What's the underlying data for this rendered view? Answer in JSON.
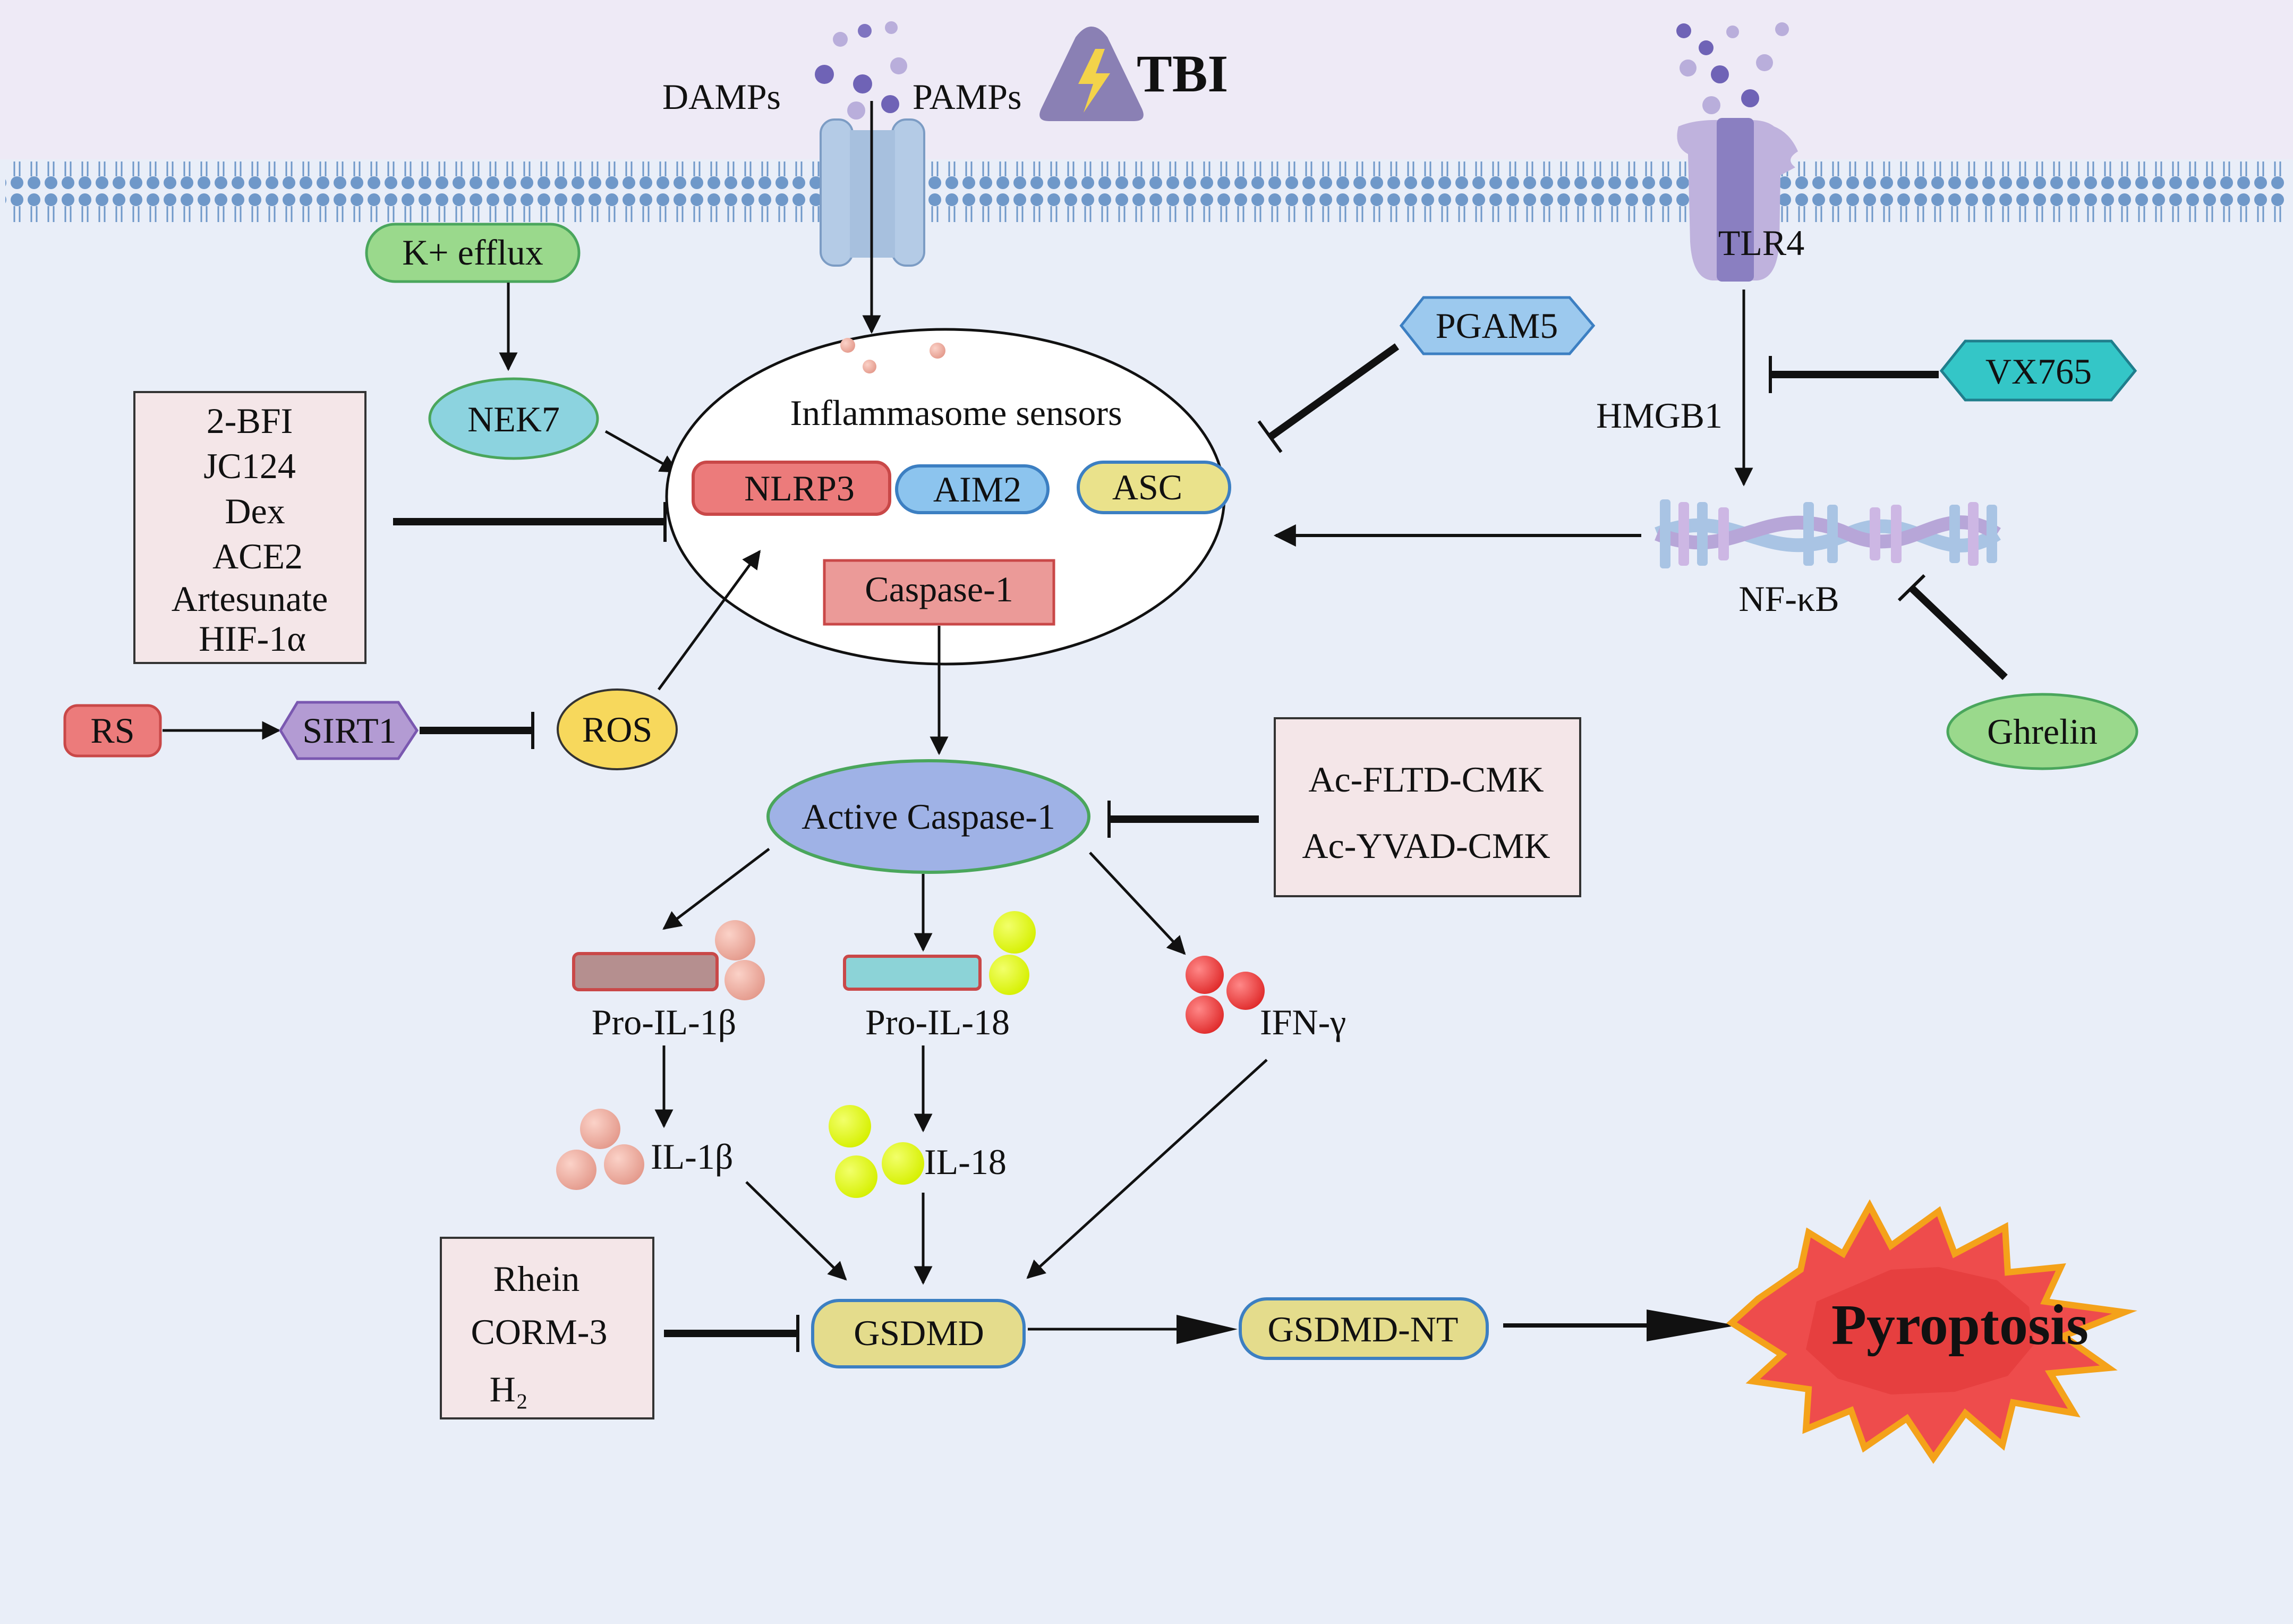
{
  "stimulus": {
    "damps": "DAMPs",
    "pamps": "PAMPs",
    "tbi": "TBI"
  },
  "receptors": {
    "tlr4": "TLR4",
    "hmgb1": "HMGB1",
    "nfkb": "NF-κB"
  },
  "inflammasome": {
    "title": "Inflammasome sensors",
    "nlrp3": "NLRP3",
    "aim2": "AIM2",
    "asc": "ASC",
    "caspase1": "Caspase-1"
  },
  "upstream": {
    "k_efflux": "K+ efflux",
    "nek7": "NEK7",
    "pgam5": "PGAM5",
    "vx765": "VX765",
    "ghrelin": "Ghrelin",
    "rs": "RS",
    "sirt1": "SIRT1",
    "ros": "ROS"
  },
  "inhibitors_left": [
    "2-BFI",
    "JC124",
    "Dex",
    "ACE2",
    "Artesunate",
    "HIF-1α"
  ],
  "inhibitors_caspase": [
    "Ac-FLTD-CMK",
    "Ac-YVAD-CMK"
  ],
  "inhibitors_gsdmd": [
    "Rhein",
    "CORM-3",
    "H₂"
  ],
  "downstream": {
    "active_caspase1": "Active Caspase-1",
    "pro_il1b": "Pro-IL-1β",
    "pro_il18": "Pro-IL-18",
    "ifn_gamma": "IFN-γ",
    "il1b": "IL-1β",
    "il18": "IL-18",
    "gsdmd": "GSDMD",
    "gsdmd_nt": "GSDMD-NT",
    "pyroptosis": "Pyroptosis"
  },
  "colors": {
    "background": "#e9eef8",
    "extracellular": "#eeeaf6",
    "membrane_head": "#6f98c9",
    "nlrp3": "#ec7b7b",
    "aim2": "#8cc4ee",
    "asc": "#eae28b",
    "caspase": "#eb9a98",
    "active_caspase": "#9fb2e6",
    "green_node": "#9ad98c",
    "nek7": "#8cd3df",
    "pgam5": "#9cc9ee",
    "vx765": "#34c6c7",
    "sirt1": "#b39bd3",
    "ros": "#f7d85c",
    "gsdmd": "#e4dc8c",
    "inhibitor_box": "#f4e6e8",
    "pyroptosis": "#ee4c4c"
  }
}
